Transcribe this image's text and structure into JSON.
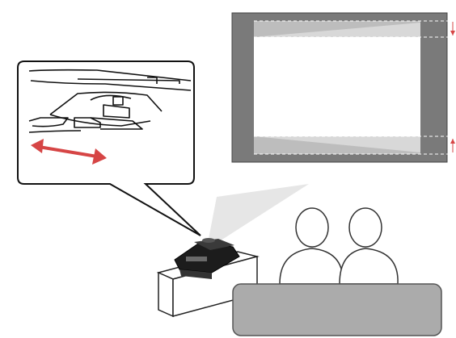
{
  "colors": {
    "screen_frame": "#7a7a7a",
    "projected_image": "#ffffff",
    "keystone_shade": "#d8d8d8",
    "light_beam": "#e6e6e6",
    "adjust_arrow": "#d64545",
    "outline": "#222222",
    "audience_back_seat": "#ababab"
  },
  "icons": {
    "callout": "lens-shift-lever-closeup",
    "arrow": "double-headed-horizontal-arrow",
    "markers": "small-red-down-and-up-arrows"
  }
}
